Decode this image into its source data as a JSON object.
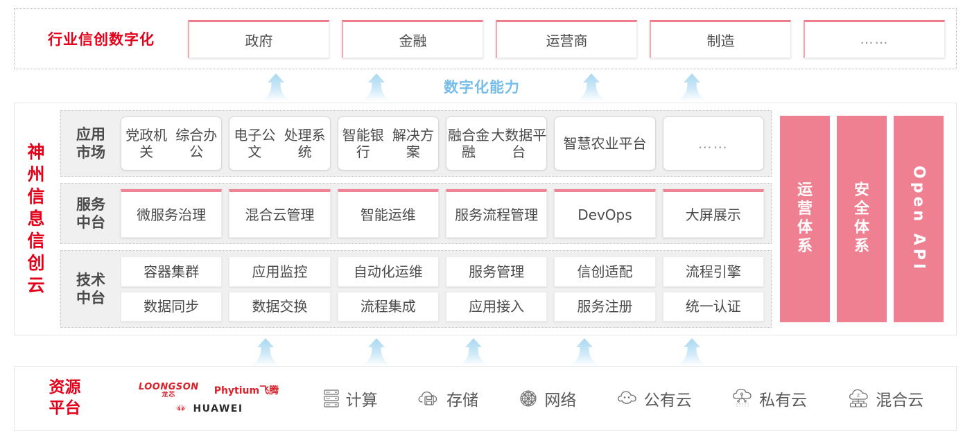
{
  "industry": {
    "title": "行业信创数字化",
    "boxes": [
      {
        "label": "政府"
      },
      {
        "label": "金融"
      },
      {
        "label": "运营商"
      },
      {
        "label": "制造"
      },
      {
        "label": "……"
      }
    ]
  },
  "capability": {
    "label": "数字化能力",
    "arrow_count": 4
  },
  "cloud": {
    "title_chars": [
      "神",
      "州",
      "信",
      "息",
      "信",
      "创",
      "云"
    ],
    "title": "神州信息信创云",
    "layers": [
      {
        "label": "应用市场",
        "label_lines": [
          "应用",
          "市场"
        ],
        "style": "app",
        "rows": [
          [
            "党政机关\n综合办公",
            "电子公文\n处理系统",
            "智能银行\n解决方案",
            "融合金融\n大数据平台",
            "智慧农业\n平台",
            "……"
          ]
        ]
      },
      {
        "label": "服务中台",
        "label_lines": [
          "服务",
          "中台"
        ],
        "style": "svc",
        "rows": [
          [
            "微服务\n治理",
            "混合云\n管理",
            "智能运维",
            "服务流程\n管理",
            "DevOps",
            "大屏展示"
          ]
        ]
      },
      {
        "label": "技术中台",
        "label_lines": [
          "技术",
          "中台"
        ],
        "style": "tech",
        "rows": [
          [
            "容器集群",
            "应用监控",
            "自动化运维",
            "服务管理",
            "信创适配",
            "流程引擎"
          ],
          [
            "数据同步",
            "数据交换",
            "流程集成",
            "应用接入",
            "服务注册",
            "统一认证"
          ]
        ]
      }
    ],
    "pillars": [
      {
        "text": "运营体系",
        "chars": [
          "运",
          "营",
          "体",
          "系"
        ],
        "mode": "stack"
      },
      {
        "text": "安全体系",
        "chars": [
          "安",
          "全",
          "体",
          "系"
        ],
        "mode": "stack"
      },
      {
        "text": "Open API",
        "mode": "rotate"
      }
    ]
  },
  "lower_arrows": {
    "arrow_count": 5
  },
  "resource": {
    "title": "资源平台",
    "title_lines": [
      "资源",
      "平台"
    ],
    "logos": [
      {
        "name": "LOONGSON",
        "sub": "龙芯"
      },
      {
        "name": "Phytium飞腾"
      },
      {
        "name": "HUAWEI"
      }
    ],
    "items": [
      {
        "label": "计算",
        "icon": "server-icon"
      },
      {
        "label": "存储",
        "icon": "cloud-storage-icon"
      },
      {
        "label": "网络",
        "icon": "network-icon"
      },
      {
        "label": "公有云",
        "icon": "public-cloud-icon"
      },
      {
        "label": "私有云",
        "icon": "private-cloud-icon"
      },
      {
        "label": "混合云",
        "icon": "hybrid-cloud-icon"
      }
    ]
  },
  "colors": {
    "brand_red": "#e2001a",
    "pillar_pink": "#ef8091",
    "accent_blue": "#76bdea",
    "band_gray": "#f0f0f0"
  }
}
